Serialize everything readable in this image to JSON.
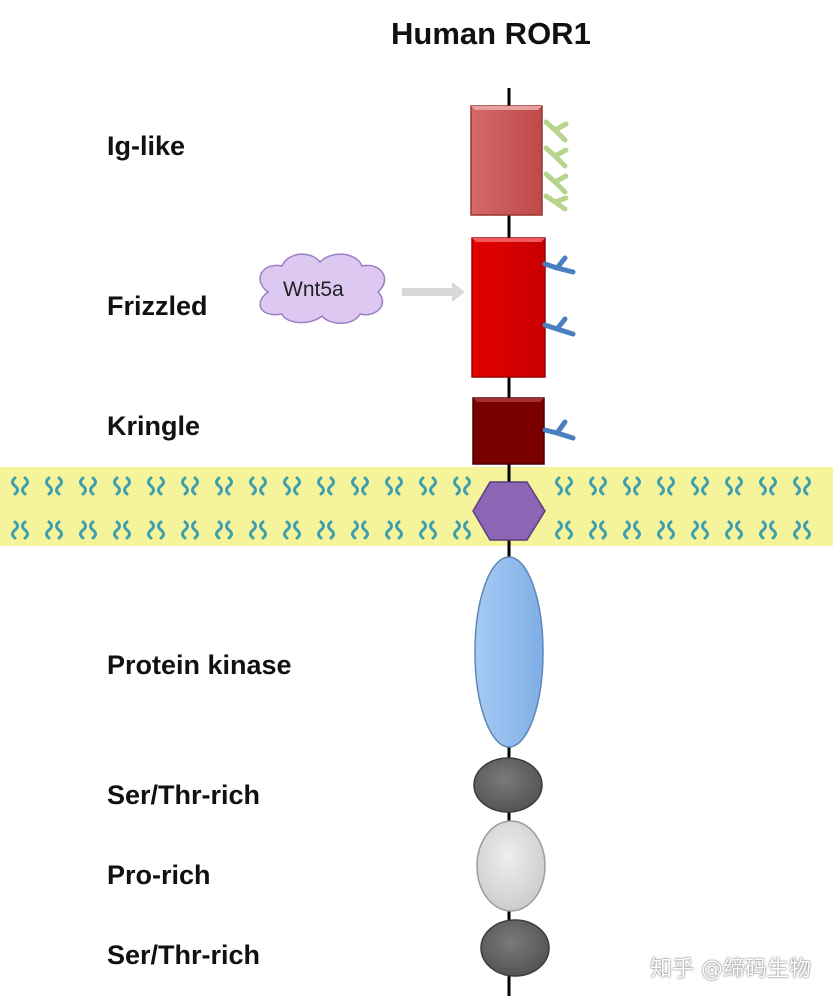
{
  "title": "Human ROR1",
  "domains": {
    "ig_like": "Ig-like",
    "frizzled": "Frizzled",
    "kringle": "Kringle",
    "protein_kinase": "Protein kinase",
    "ser_thr_rich_1": "Ser/Thr-rich",
    "pro_rich": "Pro-rich",
    "ser_thr_rich_2": "Ser/Thr-rich"
  },
  "ligand": "Wnt5a",
  "watermark": "知乎 @缔码生物",
  "colors": {
    "ig_like": "#cd5c5c",
    "frizzled": "#dd0000",
    "kringle": "#7a0000",
    "transmembrane": "#8c65b5",
    "protein_kinase": "#8fbbee",
    "ser_thr_rich": "#666666",
    "pro_rich": "#d9d9d9",
    "membrane": "#f6f49a",
    "lipid": "#3f9fae",
    "glycan_light": "#b7d48f",
    "glycan_blue": "#4a7fc0",
    "ligand_cloud": "#dcc8f0"
  }
}
